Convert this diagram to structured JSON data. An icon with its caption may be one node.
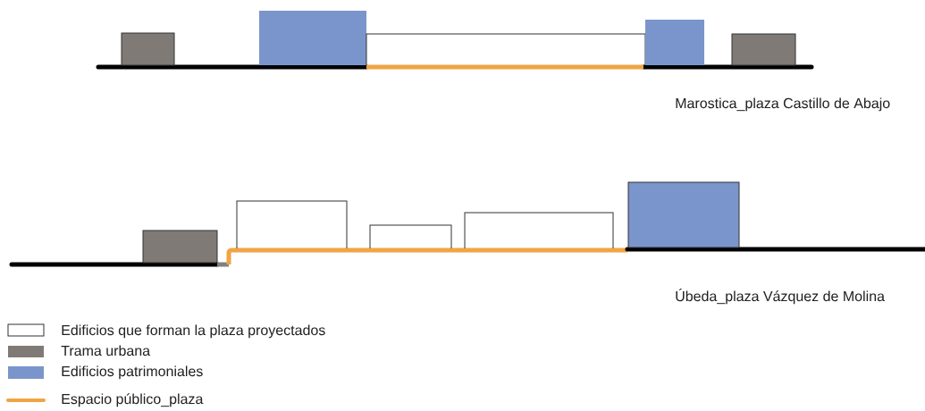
{
  "diagram": {
    "labels": [
      "Marostica_plaza Castillo de Abajo",
      "Úbeda_plaza Vázquez de Molina"
    ],
    "legend": [
      {
        "text": "Edificios que forman la plaza proyectados"
      },
      {
        "text": "Trama urbana",
        "color": "#7f7a76"
      },
      {
        "text": "Edificios patrimoniales",
        "color": "#7a95cb"
      },
      {
        "text": "Espacio público_plaza"
      }
    ]
  }
}
